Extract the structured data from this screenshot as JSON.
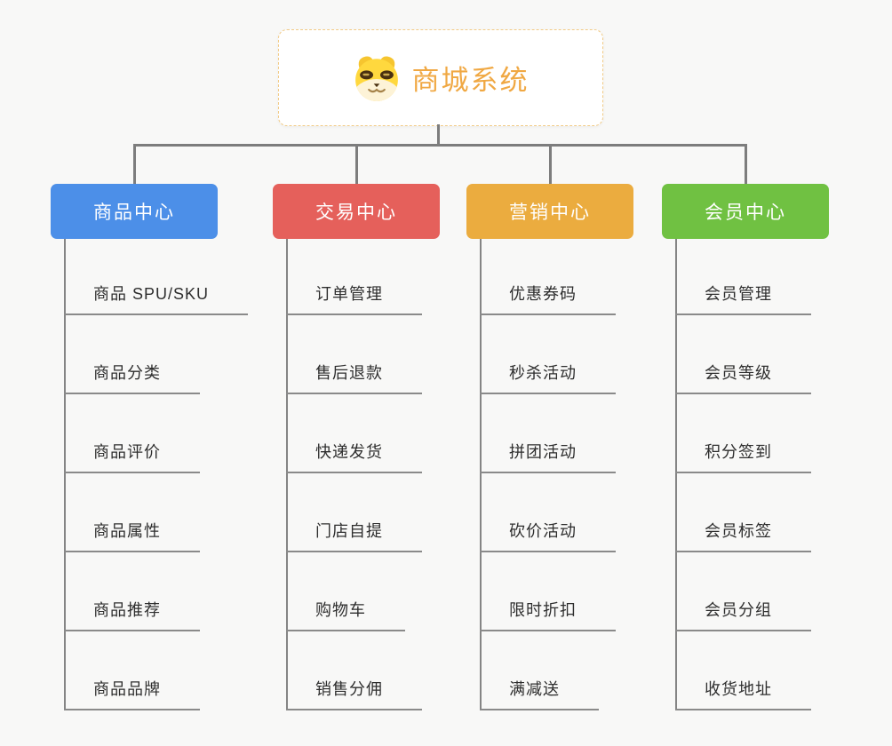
{
  "root": {
    "label": "商城系统",
    "accent_color": "#F0A843",
    "border_color": "#F2CB86",
    "icon": "dog-face-icon"
  },
  "connector_color": "#7D7D7D",
  "background_color": "#F8F8F7",
  "branches": [
    {
      "label": "商品中心",
      "color": "#4C8FE8",
      "items": [
        "商品 SPU/SKU",
        "商品分类",
        "商品评价",
        "商品属性",
        "商品推荐",
        "商品品牌"
      ]
    },
    {
      "label": "交易中心",
      "color": "#E5605B",
      "items": [
        "订单管理",
        "售后退款",
        "快递发货",
        "门店自提",
        "购物车",
        "销售分佣"
      ]
    },
    {
      "label": "营销中心",
      "color": "#EBAC3F",
      "items": [
        "优惠券码",
        "秒杀活动",
        "拼团活动",
        "砍价活动",
        "限时折扣",
        "满减送"
      ]
    },
    {
      "label": "会员中心",
      "color": "#70C142",
      "items": [
        "会员管理",
        "会员等级",
        "积分签到",
        "会员标签",
        "会员分组",
        "收货地址"
      ]
    }
  ]
}
